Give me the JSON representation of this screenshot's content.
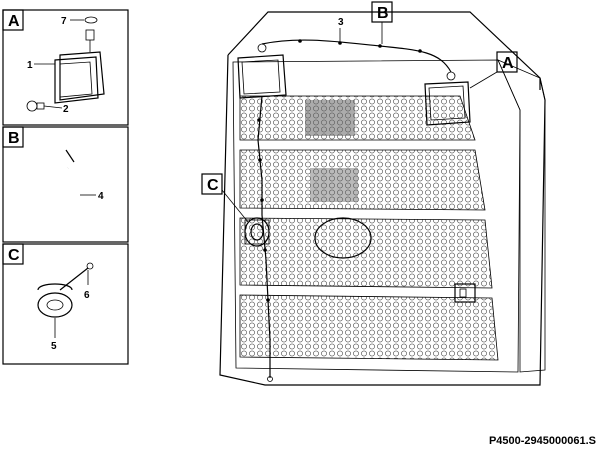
{
  "reference_code": "P4500-2945000061.S",
  "panels": [
    {
      "letter": "A",
      "parts": [
        "1",
        "2",
        "7"
      ]
    },
    {
      "letter": "B",
      "parts": [
        "4"
      ]
    },
    {
      "letter": "C",
      "parts": [
        "5",
        "6"
      ]
    }
  ],
  "main_callouts": [
    "A",
    "B",
    "C"
  ],
  "main_part": "3"
}
